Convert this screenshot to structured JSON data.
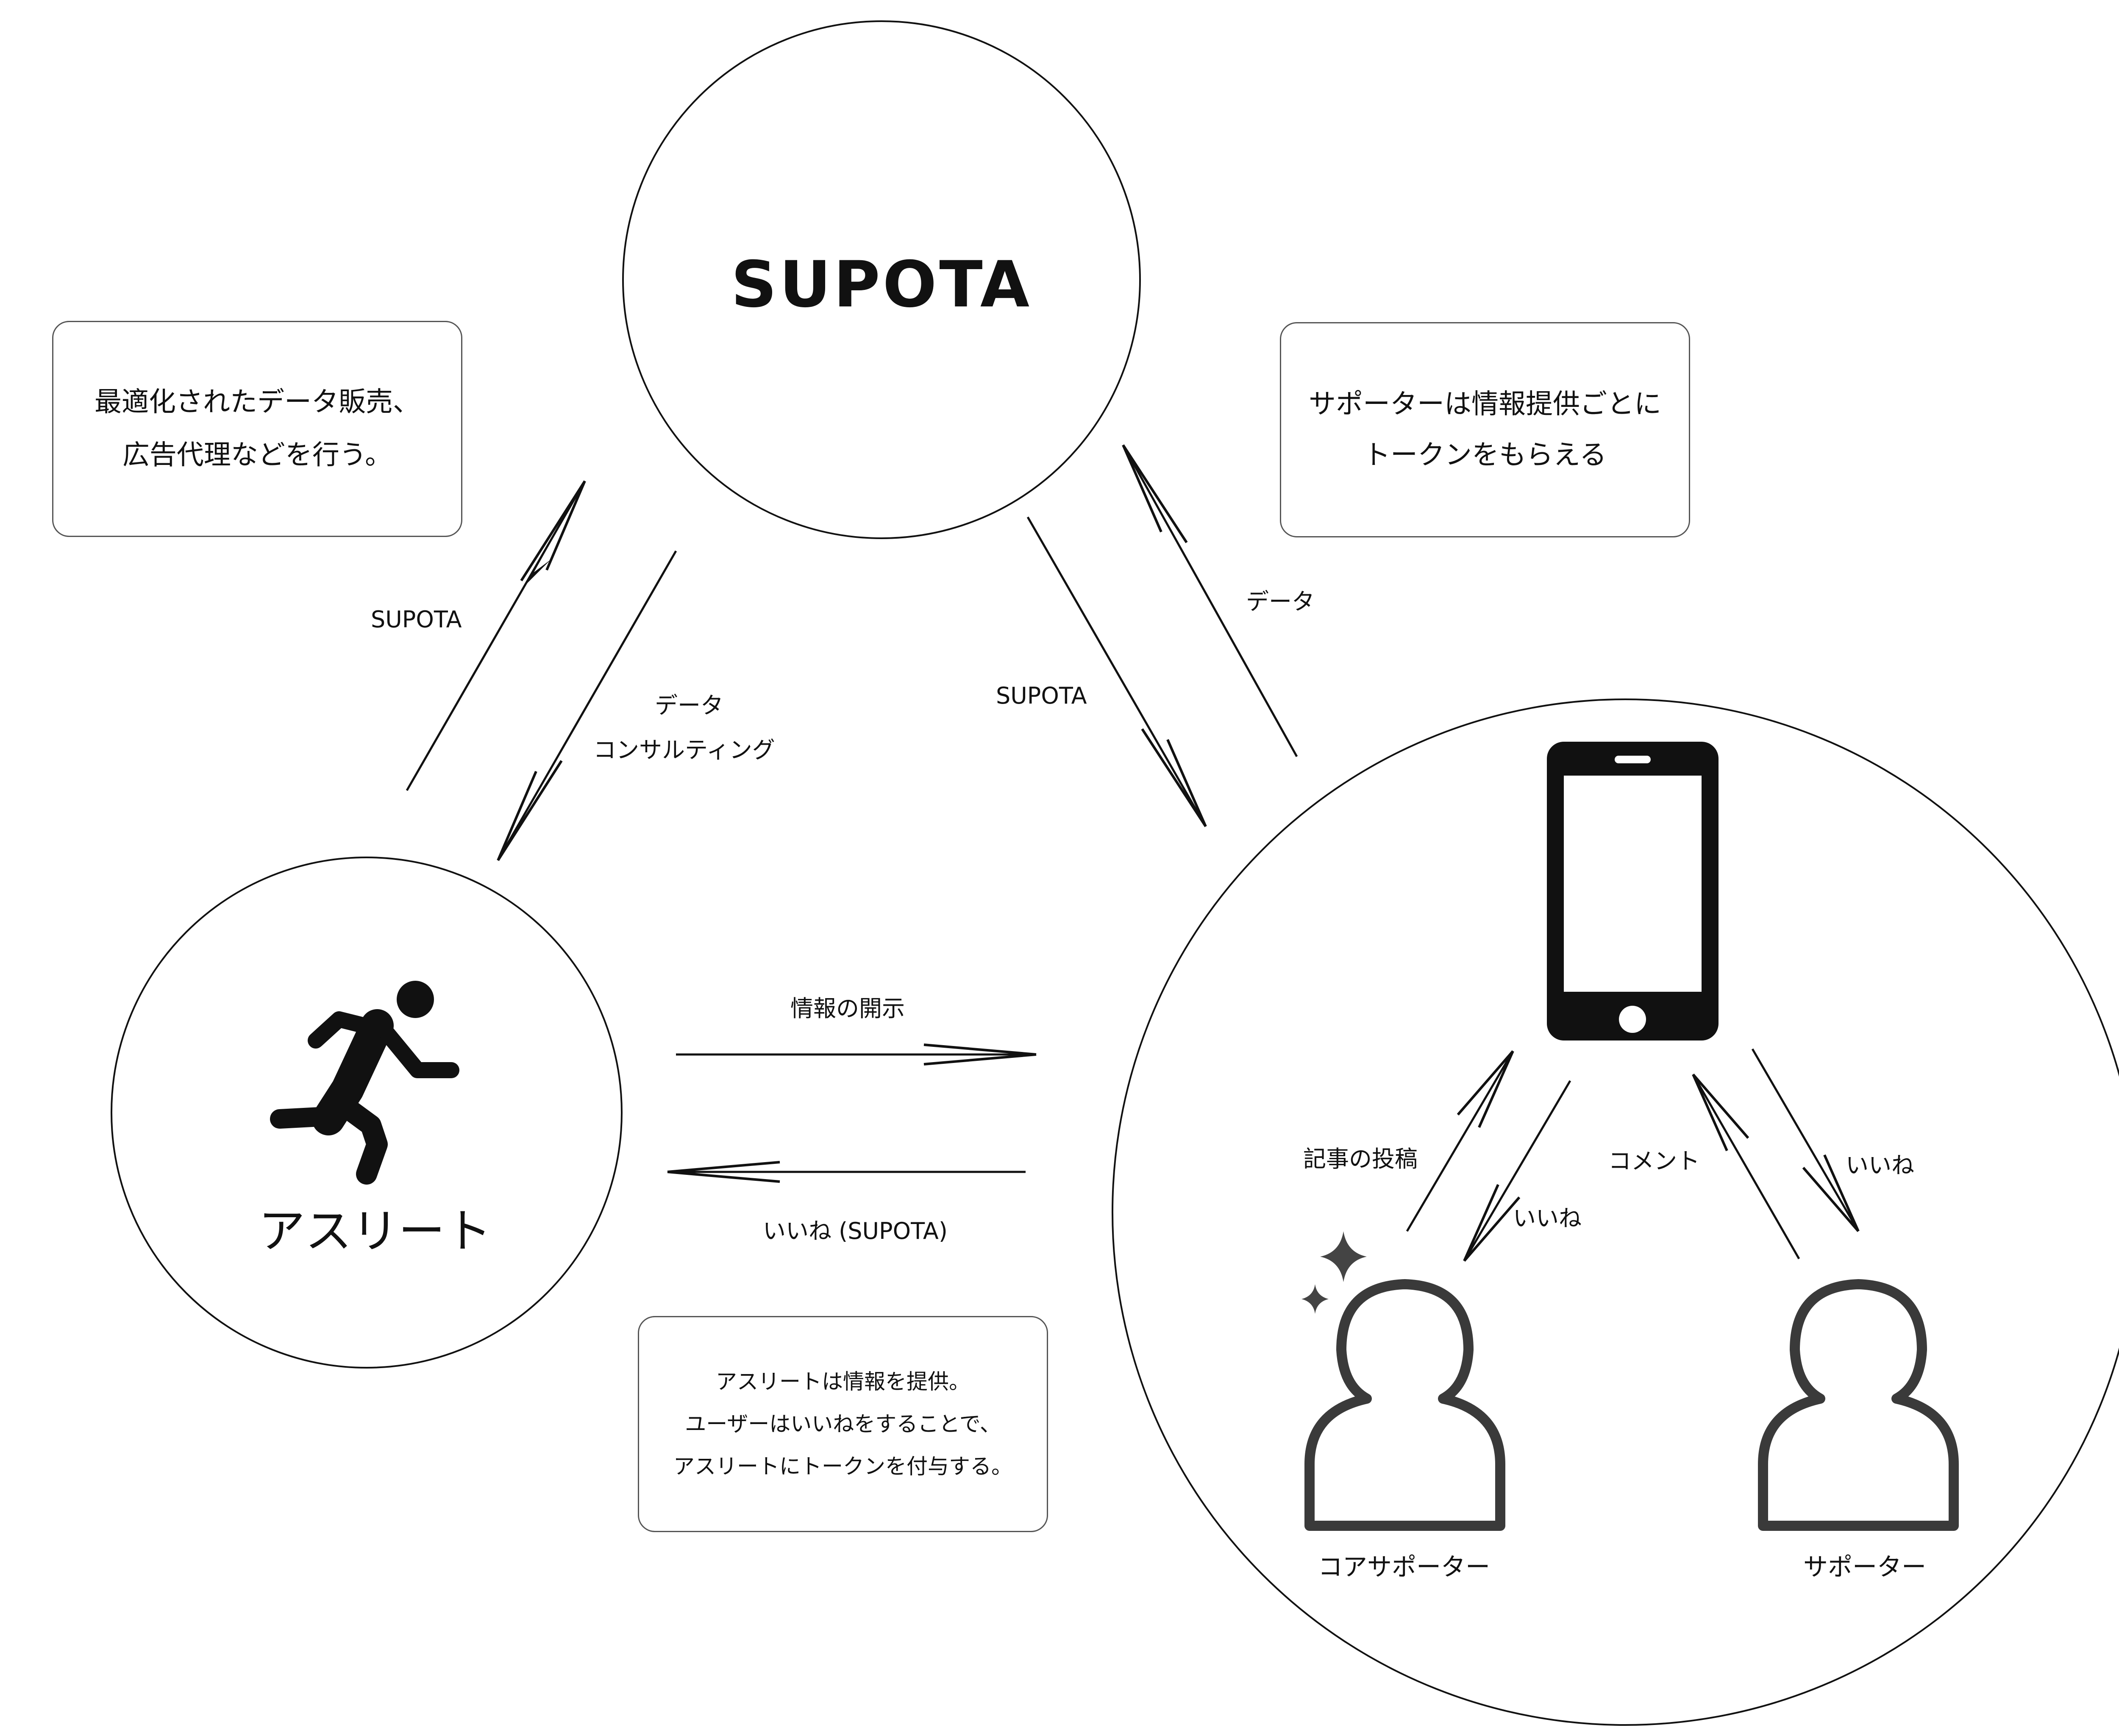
{
  "diagram": {
    "nodes": {
      "supota": {
        "logo_text": "SUPOTA",
        "icon": "supota-logo"
      },
      "athlete": {
        "label": "アスリート",
        "icon": "running-person-icon"
      },
      "community": {
        "icon": "smartphone-icon"
      },
      "core_supporter": {
        "label": "コアサポーター",
        "icon": "person-outline-icon",
        "badge_icon": "sparkle-icon"
      },
      "supporter": {
        "label": "サポーター",
        "icon": "person-outline-icon"
      }
    },
    "edges": {
      "athlete_to_supota": "SUPOTA",
      "supota_to_athlete_line1": "データ",
      "supota_to_athlete_line2": "コンサルティング",
      "supota_to_community": "SUPOTA",
      "community_to_supota": "データ",
      "athlete_to_community": "情報の開示",
      "community_to_athlete": "いいね (SUPOTA)",
      "core_to_phone": "記事の投稿",
      "phone_to_core": "いいね",
      "supporter_to_phone": "コメント",
      "phone_to_supporter": "いいね"
    },
    "notes": {
      "left": [
        "最適化されたデータ販売、",
        "広告代理などを行う。"
      ],
      "right": [
        "サポーターは情報提供ごとに",
        "トークンをもらえる"
      ],
      "bottom": [
        "アスリートは情報を提供。",
        "ユーザーはいいねをすることで、",
        "アスリートにトークンを付与する。"
      ]
    },
    "colors": {
      "line": "#111111",
      "border": "#555555",
      "icon": "#111111",
      "person": "#3a3a3a"
    }
  }
}
